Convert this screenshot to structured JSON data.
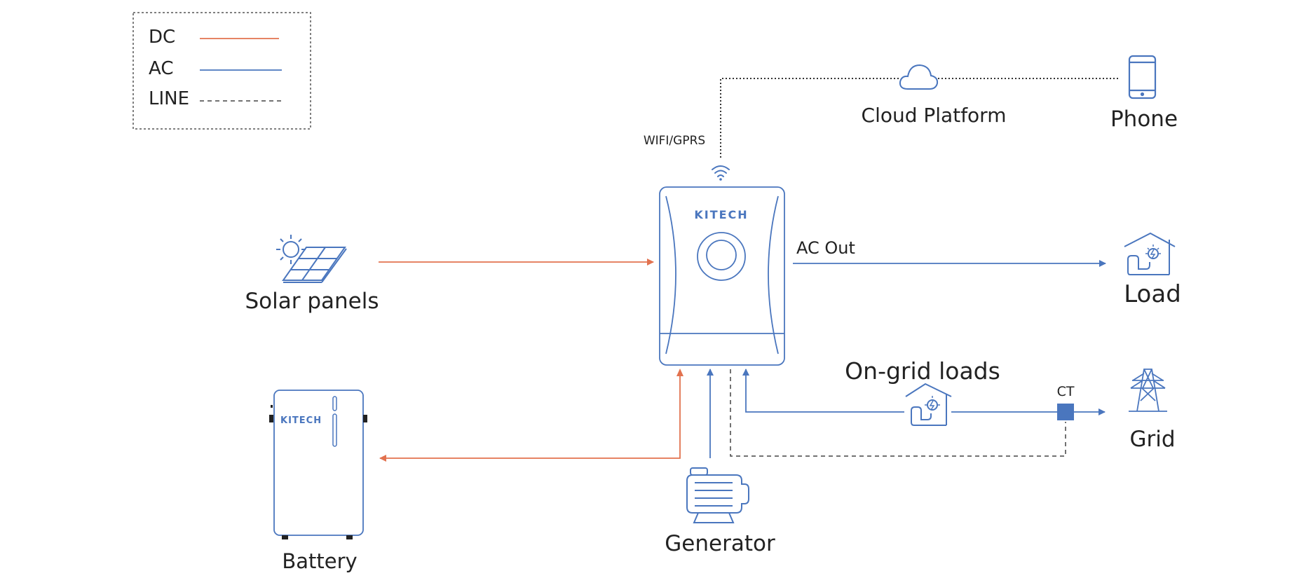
{
  "colors": {
    "dc": "#E2724F",
    "ac": "#4A76BE",
    "line": "#444444",
    "icon": "#4A76BE",
    "text": "#222222"
  },
  "legend": {
    "items": [
      {
        "label": "DC",
        "style": "dc"
      },
      {
        "label": "AC",
        "style": "ac"
      },
      {
        "label": "LINE",
        "style": "line"
      }
    ]
  },
  "nodes": {
    "solar": {
      "label": "Solar panels",
      "icon": "solar-panel-icon"
    },
    "inverter": {
      "brand": "KITECH",
      "icon": "inverter-icon"
    },
    "battery": {
      "label": "Battery",
      "brand": "KITECH",
      "icon": "battery-icon"
    },
    "generator": {
      "label": "Generator",
      "icon": "generator-icon"
    },
    "cloud": {
      "label": "Cloud Platform",
      "icon": "cloud-icon"
    },
    "phone": {
      "label": "Phone",
      "icon": "phone-icon"
    },
    "load": {
      "label": "Load",
      "icon": "house-load-icon"
    },
    "ongrid": {
      "label": "On-grid loads",
      "icon": "house-load-icon"
    },
    "grid": {
      "label": "Grid",
      "icon": "power-pylon-icon"
    },
    "ct": {
      "label": "CT"
    }
  },
  "connections": {
    "wifi_label": "WIFI/GPRS",
    "ac_out_label": "AC Out"
  }
}
